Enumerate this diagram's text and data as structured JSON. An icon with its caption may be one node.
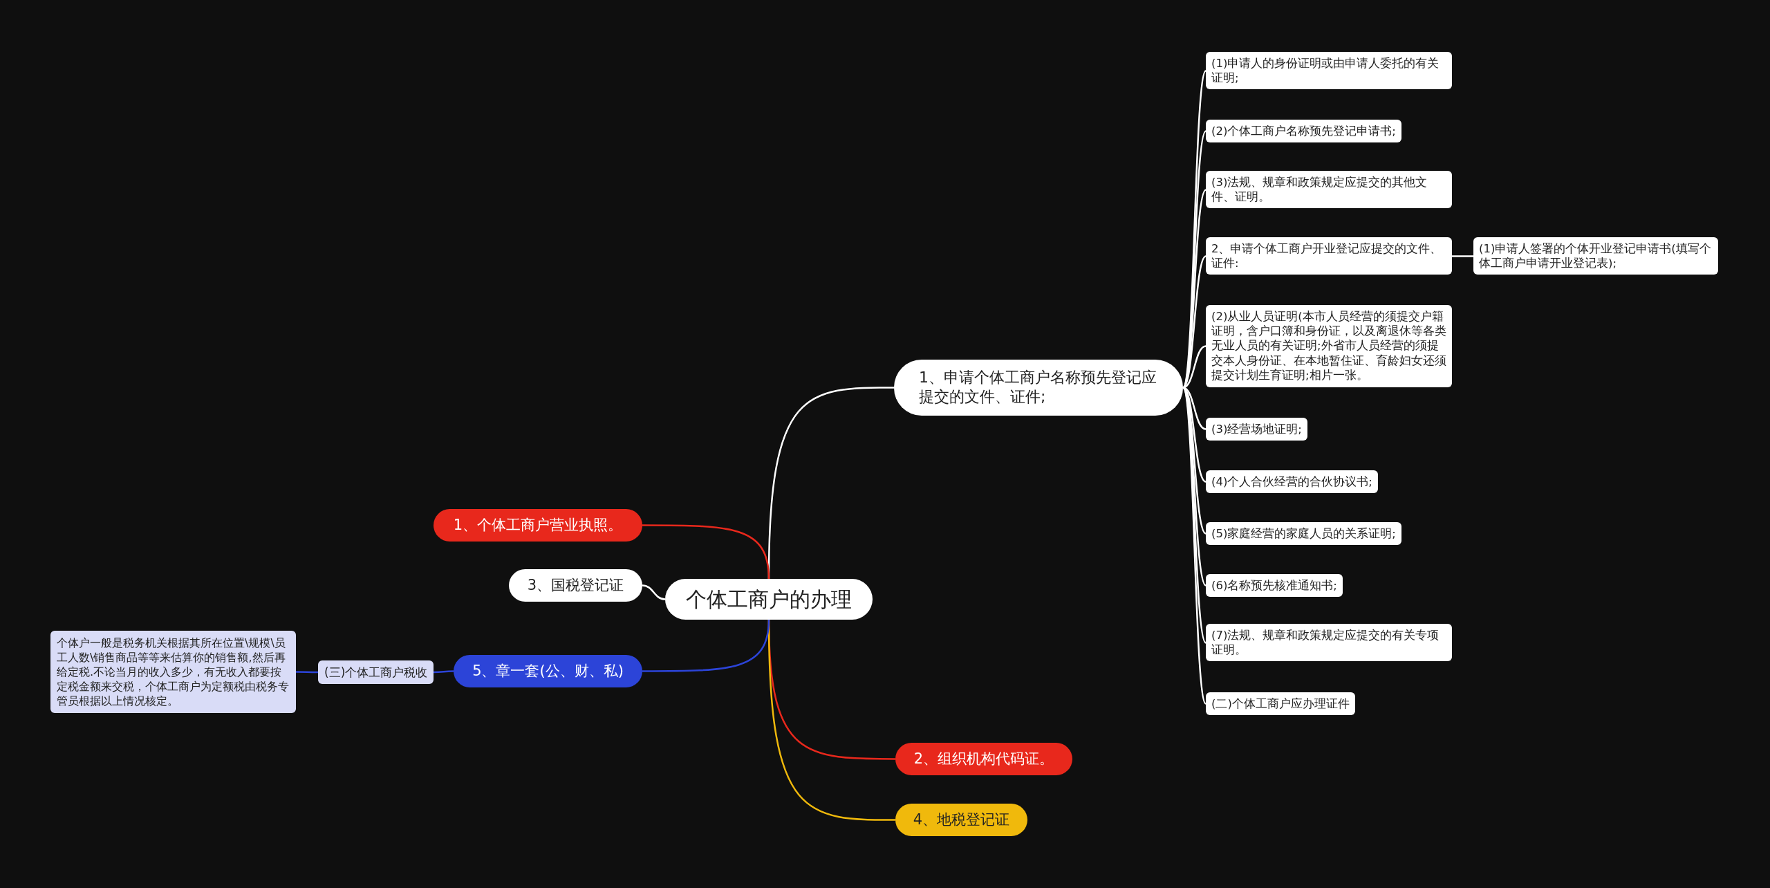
{
  "diagram": {
    "nodes": [
      {
        "text": [
          "个体工商户的办理"
        ]
      },
      {
        "text": [
          "1、申请个体工商户名称预先登记应提交的文件、证件;"
        ]
      },
      {
        "text": [
          "(1)申请人的身份证明或由申请人委托的有关证明;"
        ]
      },
      {
        "text": [
          "(2)个体工商户名称预先登记申请书;"
        ]
      },
      {
        "text": [
          "(3)法规、规章和政策规定应提交的其他文件、证明。"
        ]
      },
      {
        "text": [
          "2、申请个体工商户开业登记应提交的文件、证件:"
        ]
      },
      {
        "text": [
          "(1)申请人签署的个体开业登记申请书(填写个体工商户申请开业登记表);"
        ]
      },
      {
        "text": [
          "(2)从业人员证明(本市人员经营的须提交户籍证明，含户口簿和身份证，以及离退休等各类无业人员的有关证明;外省市人员经营的须提交本人身份证、在本地暂住证、育龄妇女还须提交计划生育证明;相片一张。"
        ]
      },
      {
        "text": [
          "(3)经营场地证明;"
        ]
      },
      {
        "text": [
          "(4)个人合伙经营的合伙协议书;"
        ]
      },
      {
        "text": [
          "(5)家庭经营的家庭人员的关系证明;"
        ]
      },
      {
        "text": [
          "(6)名称预先核准通知书;"
        ]
      },
      {
        "text": [
          "(7)法规、规章和政策规定应提交的有关专项证明。"
        ]
      },
      {
        "text": [
          "(二)个体工商户应办理证件"
        ]
      },
      {
        "text": [
          "2、组织机构代码证。"
        ]
      },
      {
        "text": [
          "4、地税登记证"
        ]
      },
      {
        "text": [
          "1、个体工商户营业执照。"
        ]
      },
      {
        "text": [
          "3、国税登记证"
        ]
      },
      {
        "text": [
          "5、章一套(公、财、私)"
        ]
      },
      {
        "text": [
          "(三)个体工商户税收"
        ]
      },
      {
        "text": [
          "个体户一般是税务机关根据其所在位置\\规模\\员工人数\\销售商品等等来估算你的销售额,然后再给定税.不论当月的收入多少，有无收入都要按定税金额来交税，个体工商户为定额税由税务专管员根据以上情况核定。"
        ]
      }
    ],
    "edges": [
      {
        "from": 0,
        "to": 1,
        "arrow": "none"
      },
      {
        "from": 1,
        "to": 2,
        "arrow": "none"
      },
      {
        "from": 1,
        "to": 3,
        "arrow": "none"
      },
      {
        "from": 1,
        "to": 4,
        "arrow": "none"
      },
      {
        "from": 1,
        "to": 5,
        "arrow": "none"
      },
      {
        "from": 5,
        "to": 6,
        "arrow": "none"
      },
      {
        "from": 1,
        "to": 7,
        "arrow": "none"
      },
      {
        "from": 1,
        "to": 8,
        "arrow": "none"
      },
      {
        "from": 1,
        "to": 9,
        "arrow": "none"
      },
      {
        "from": 1,
        "to": 10,
        "arrow": "none"
      },
      {
        "from": 1,
        "to": 11,
        "arrow": "none"
      },
      {
        "from": 1,
        "to": 12,
        "arrow": "none"
      },
      {
        "from": 1,
        "to": 13,
        "arrow": "none"
      },
      {
        "from": 0,
        "to": 14,
        "arrow": "none",
        "color": "#e8281c"
      },
      {
        "from": 0,
        "to": 15,
        "arrow": "none",
        "color": "#f0b90c"
      },
      {
        "from": 0,
        "to": 16,
        "arrow": "none",
        "color": "#e8281c"
      },
      {
        "from": 0,
        "to": 17,
        "arrow": "none"
      },
      {
        "from": 0,
        "to": 18,
        "arrow": "none",
        "color": "#2c44d8"
      },
      {
        "from": 18,
        "to": 19,
        "arrow": "none",
        "color": "#2c44d8"
      },
      {
        "from": 19,
        "to": 20,
        "arrow": "none",
        "color": "#2c44d8"
      }
    ]
  }
}
